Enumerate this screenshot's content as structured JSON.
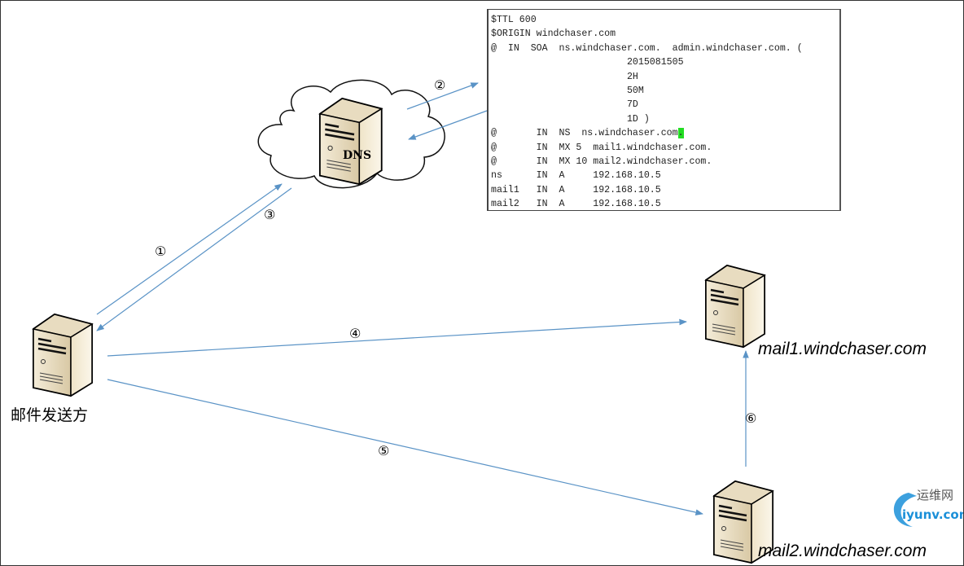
{
  "diagram": {
    "line_color": "#5a93c6",
    "nodes": {
      "sender": {
        "label": "邮件发送方",
        "icon": "server-icon"
      },
      "dns": {
        "label": "DNS",
        "icon": "server-icon",
        "container": "cloud-icon"
      },
      "mail1": {
        "label": "mail1.windchaser.com",
        "icon": "server-icon"
      },
      "mail2": {
        "label": "mail2.windchaser.com",
        "icon": "server-icon"
      }
    },
    "steps": [
      {
        "label": "①",
        "from": "sender",
        "to": "dns"
      },
      {
        "label": "②",
        "from": "dns",
        "to": "zone-file"
      },
      {
        "label": "③",
        "from": "dns",
        "to": "sender"
      },
      {
        "label": "④",
        "from": "sender",
        "to": "mail1"
      },
      {
        "label": "⑤",
        "from": "sender",
        "to": "mail2"
      },
      {
        "label": "⑥",
        "from": "mail2",
        "to": "mail1"
      }
    ],
    "zone_file": {
      "lines": [
        "$TTL 600",
        "$ORIGIN windchaser.com",
        "@  IN  SOA  ns.windchaser.com.  admin.windchaser.com. (",
        "                        2015081505",
        "                        2H",
        "                        50M",
        "                        7D",
        "                        1D )",
        "@       IN  NS  ns.windchaser.com",
        "@       IN  MX 5  mail1.windchaser.com.",
        "@       IN  MX 10 mail2.windchaser.com.",
        "ns      IN  A     192.168.10.5",
        "mail1   IN  A     192.168.10.5",
        "mail2   IN  A     192.168.10.5"
      ],
      "highlight_char": ".",
      "highlight_color": "#22dd22"
    },
    "watermark": {
      "text_cn": "运维网",
      "text_en": "iyunv.com"
    }
  }
}
